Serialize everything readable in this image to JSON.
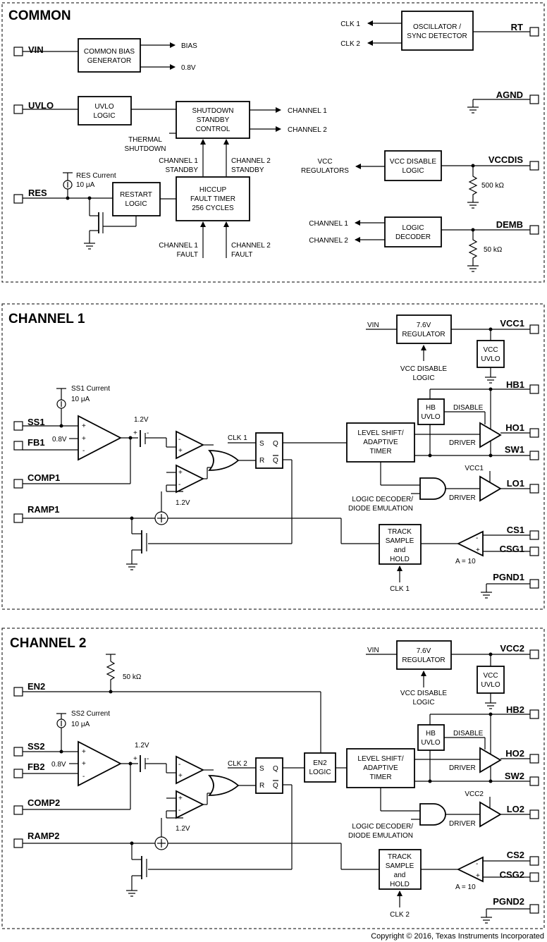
{
  "sections": {
    "common": "COMMON",
    "ch1": "CHANNEL 1",
    "ch2": "CHANNEL 2"
  },
  "common": {
    "pins": {
      "vin": "VIN",
      "uvlo": "UVLO",
      "res": "RES",
      "rt": "RT",
      "agnd": "AGND",
      "vccdis": "VCCDIS",
      "demb": "DEMB"
    },
    "bias_box": [
      "COMMON BIAS",
      "GENERATOR"
    ],
    "bias_out": "BIAS",
    "ref_out": "0.8V",
    "uvlo_box": [
      "UVLO",
      "LOGIC"
    ],
    "shutdown_box": [
      "SHUTDOWN",
      "STANDBY",
      "CONTROL"
    ],
    "ch1_out": "CHANNEL 1",
    "ch2_out": "CHANNEL 2",
    "thermal": [
      "THERMAL",
      "SHUTDOWN"
    ],
    "ch1_standby": [
      "CHANNEL 1",
      "STANDBY"
    ],
    "ch2_standby": [
      "CHANNEL 2",
      "STANDBY"
    ],
    "res_current": [
      "RES Current",
      "10 μA"
    ],
    "restart_box": [
      "RESTART",
      "LOGIC"
    ],
    "hiccup_box": [
      "HICCUP",
      "FAULT TIMER",
      "256 CYCLES"
    ],
    "ch1_fault": [
      "CHANNEL 1",
      "FAULT"
    ],
    "ch2_fault": [
      "CHANNEL 2",
      "FAULT"
    ],
    "osc_box": [
      "OSCILLATOR /",
      "SYNC DETECTOR"
    ],
    "clk1": "CLK 1",
    "clk2": "CLK 2",
    "vccdis_box": [
      "VCC DISABLE",
      "LOGIC"
    ],
    "vcc_regulators": [
      "VCC",
      "REGULATORS"
    ],
    "r500k": "500 kΩ",
    "decoder_box": [
      "LOGIC",
      "DECODER"
    ],
    "dec_ch1": "CHANNEL 1",
    "dec_ch2": "CHANNEL 2",
    "r50k": "50 kΩ"
  },
  "channel1": {
    "pins": {
      "ss": "SS1",
      "fb": "FB1",
      "comp": "COMP1",
      "ramp": "RAMP1",
      "vcc": "VCC1",
      "hb": "HB1",
      "ho": "HO1",
      "sw": "SW1",
      "lo": "LO1",
      "cs": "CS1",
      "csg": "CSG1",
      "pgnd": "PGND1"
    },
    "vin": "VIN",
    "regulator_box": [
      "7.6V",
      "REGULATOR"
    ],
    "vcc_disable": [
      "VCC DISABLE",
      "LOGIC"
    ],
    "vcc_uvlo_box": [
      "VCC",
      "UVLO"
    ],
    "ss_current": [
      "SS1 Current",
      "10 μA"
    ],
    "ref": "0.8V",
    "v12_top": "1.2V",
    "v12_bot": "1.2V",
    "clk": "CLK 1",
    "latch_s": "S",
    "latch_q": "Q",
    "latch_r": "R",
    "latch_qb": "Q",
    "level_box": [
      "LEVEL SHIFT/",
      "ADAPTIVE",
      "TIMER"
    ],
    "hb_uvlo_box": [
      "HB",
      "UVLO"
    ],
    "disable": "DISABLE",
    "driver_hi": "DRIVER",
    "driver_lo": "DRIVER",
    "vcc_lo": "VCC1",
    "logic_decoder": [
      "LOGIC DECODER/",
      "DIODE EMULATION"
    ],
    "track_box": [
      "TRACK",
      "SAMPLE",
      "and",
      "HOLD"
    ],
    "track_clk": "CLK 1",
    "gain": "A = 10"
  },
  "channel2": {
    "pins": {
      "en": "EN2",
      "ss": "SS2",
      "fb": "FB2",
      "comp": "COMP2",
      "ramp": "RAMP2",
      "vcc": "VCC2",
      "hb": "HB2",
      "ho": "HO2",
      "sw": "SW2",
      "lo": "LO2",
      "cs": "CS2",
      "csg": "CSG2",
      "pgnd": "PGND2"
    },
    "r50k": "50 kΩ",
    "vin": "VIN",
    "regulator_box": [
      "7.6V",
      "REGULATOR"
    ],
    "vcc_disable": [
      "VCC DISABLE",
      "LOGIC"
    ],
    "vcc_uvlo_box": [
      "VCC",
      "UVLO"
    ],
    "ss_current": [
      "SS2 Current",
      "10 μA"
    ],
    "ref": "0.8V",
    "v12_top": "1.2V",
    "v12_bot": "1.2V",
    "clk": "CLK 2",
    "latch_s": "S",
    "latch_q": "Q",
    "latch_r": "R",
    "latch_qb": "Q",
    "en_box": [
      "EN2",
      "LOGIC"
    ],
    "level_box": [
      "LEVEL SHIFT/",
      "ADAPTIVE",
      "TIMER"
    ],
    "hb_uvlo_box": [
      "HB",
      "UVLO"
    ],
    "disable": "DISABLE",
    "driver_hi": "DRIVER",
    "driver_lo": "DRIVER",
    "vcc_lo": "VCC2",
    "logic_decoder": [
      "LOGIC DECODER/",
      "DIODE EMULATION"
    ],
    "track_box": [
      "TRACK",
      "SAMPLE",
      "and",
      "HOLD"
    ],
    "track_clk": "CLK 2",
    "gain": "A = 10"
  },
  "copyright": "Copyright © 2016, Texas Instruments Incorporated"
}
